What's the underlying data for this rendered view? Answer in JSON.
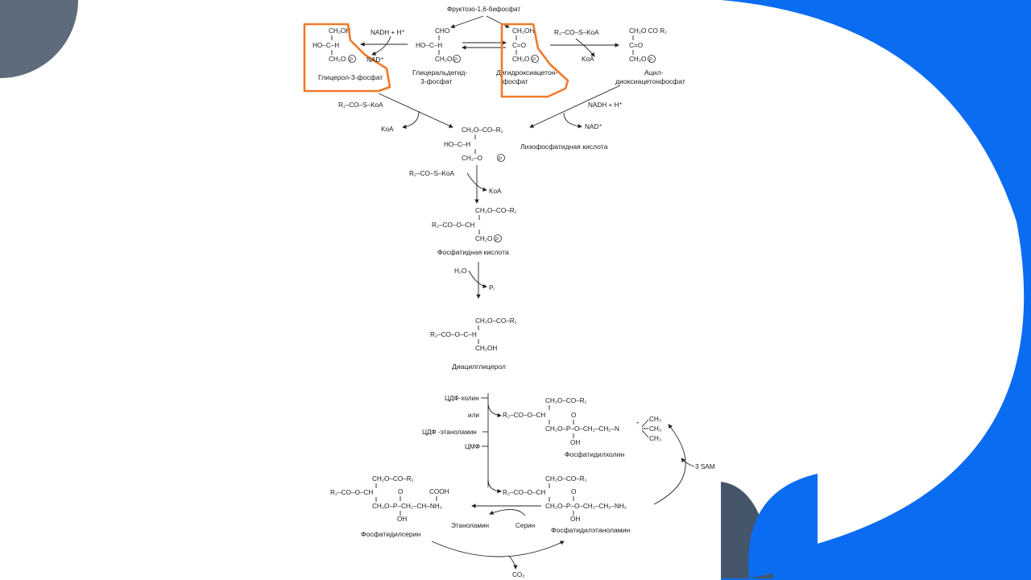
{
  "colors": {
    "brand_blue": "#0a6cf0",
    "slate": "#5d6b7b",
    "dark_slate": "#46566a",
    "highlight": "#f07a2a"
  },
  "diagram": {
    "top": {
      "fructose": "Фруктозо-1,6-бифосфат",
      "g3p": {
        "l1": "CH₂OH",
        "l2": "HO–C–H",
        "l3": "CH₂O",
        "name": "Глицерол-3-фосфат"
      },
      "nadh1": "NADH + H⁺",
      "nad1": "NAD⁺",
      "gald": {
        "l1": "CHO",
        "l2": "HO–C–H",
        "l3": "CH₂O",
        "name1": "Глицеральдегид-",
        "name2": "3-фосфат"
      },
      "dhap": {
        "l1": "CH₂OH",
        "l2": "C=O",
        "l3": "CH₂O",
        "name1": "Дигидроксиацетон-",
        "name2": "фосфат"
      },
      "acyl_coa": "R₁–CO–S–KoA",
      "koa1": "KoA",
      "acyldhap": {
        "l1": "CH₂O  CO  R₁",
        "l2": "C=O",
        "l3": "CH₂O",
        "name1": "Ацил-",
        "name2": "диоксиацетонфосфат"
      }
    },
    "lyso": {
      "acyl_coa": "R₁–CO–S–KoA",
      "koa": "KoA",
      "nadh": "NADH + H⁺",
      "nad": "NAD⁺",
      "l1": "CH₂O–CO–R₁",
      "l2": "HO–C–H",
      "l3": "CH₂–O",
      "name": "Лизофосфатидная кислота"
    },
    "pa": {
      "acyl_coa": "R₂–CO–S–KoA",
      "koa": "KoA",
      "l1": "CH₂O–CO–R₁",
      "l2": "R₂–CO–O–CH",
      "l3": "CH₂O",
      "name": "Фосфатидная кислота"
    },
    "dag": {
      "h2o": "H₂O",
      "pi": "Pᵢ",
      "l1": "CH₂O–CO–R₁",
      "l2": "R₂–CO–O–C–H",
      "l3": "CH₂OH",
      "name": "Диацилглицерол"
    },
    "pl": {
      "cdp_choline": "ЦДФ-холин",
      "or": "или",
      "cdp_eth": "ЦДФ -этаноламин",
      "cmp": "ЦМФ",
      "pc": {
        "l1": "CH₂O–CO–R₁",
        "l2": "R₂–CO–O–CH",
        "o_top": "O",
        "l3": "CH₂O–P–O–CH₂–CH₂–N",
        "plus": "+",
        "me1": "CH₃",
        "me2": "CH₃",
        "me3": "CH₃",
        "oh": "OH",
        "name": "Фосфатидилхолин"
      },
      "sam": "3 SAM",
      "pe": {
        "l1": "CH₂O–CO–R₁",
        "l2": "R₂–CO–O–CH",
        "o_top": "O",
        "l3": "CH₂O–P–O–CH₂–CH₂–NH₂",
        "oh": "OH",
        "name": "Фосфатидилэтаноламин"
      },
      "ps": {
        "l1": "CH₂O–CO–R₁",
        "l2": "R₂–CO–O–CH",
        "o_top": "O",
        "cooh": "COOH",
        "l3": "CH₂O–P–CH₂–CH–NH₂",
        "oh": "OH",
        "name": "Фосфатидилсерин"
      },
      "ethanolamine": "Этаноламин",
      "serine": "Серин",
      "co2": "CO₂"
    }
  }
}
